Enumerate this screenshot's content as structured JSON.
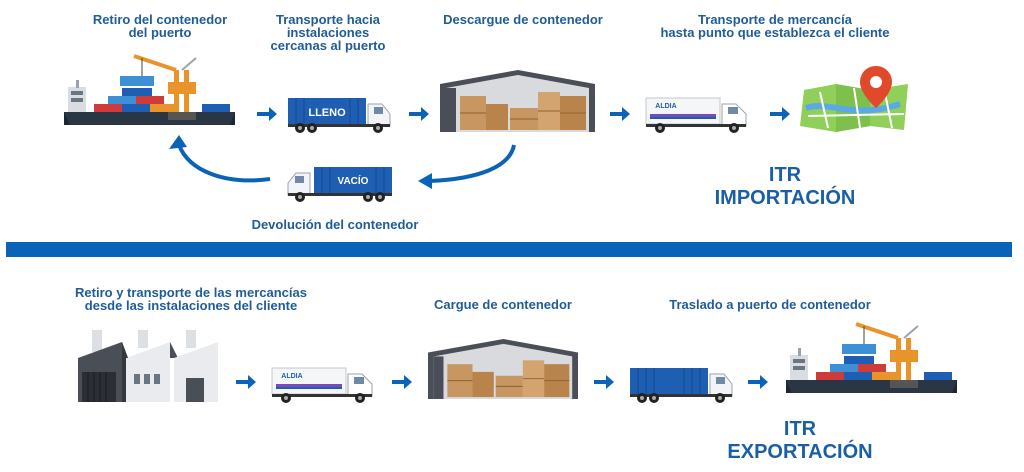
{
  "import": {
    "steps": [
      {
        "label": "Retiro del contenedor\ndel puerto"
      },
      {
        "label": "Transporte hacia\ninstalaciones\ncercanas al puerto"
      },
      {
        "label": "Descargue de contenedor"
      },
      {
        "label": "Transporte de mercancía\nhasta punto que establezca el cliente"
      }
    ],
    "return_label": "Devolución del contenedor",
    "truck_full_text": "LLENO",
    "truck_empty_text": "VACÍO",
    "title": "ITR\nIMPORTACIÓN"
  },
  "export": {
    "steps": [
      {
        "label": "Retiro y transporte de las mercancías\ndesde las instalaciones del cliente"
      },
      {
        "label": "Cargue de contenedor"
      },
      {
        "label": "Traslado a puerto de contenedor"
      }
    ],
    "title": "ITR\nEXPORTACIÓN"
  },
  "brand_text": "ALDIA",
  "colors": {
    "accent_blue": "#0b63b8",
    "label_blue": "#1f5c99",
    "container_blue": "#1e5fb3",
    "crane_orange": "#e8942a",
    "warehouse_dark": "#4a4f57",
    "box_brown": "#c89660",
    "pin_red": "#e04a2a",
    "map_green": "#8fcf5a"
  },
  "icons": [
    "container-ship-icon",
    "truck-full-icon",
    "warehouse-icon",
    "delivery-truck-icon",
    "map-pin-icon",
    "truck-empty-icon",
    "factory-icon"
  ]
}
